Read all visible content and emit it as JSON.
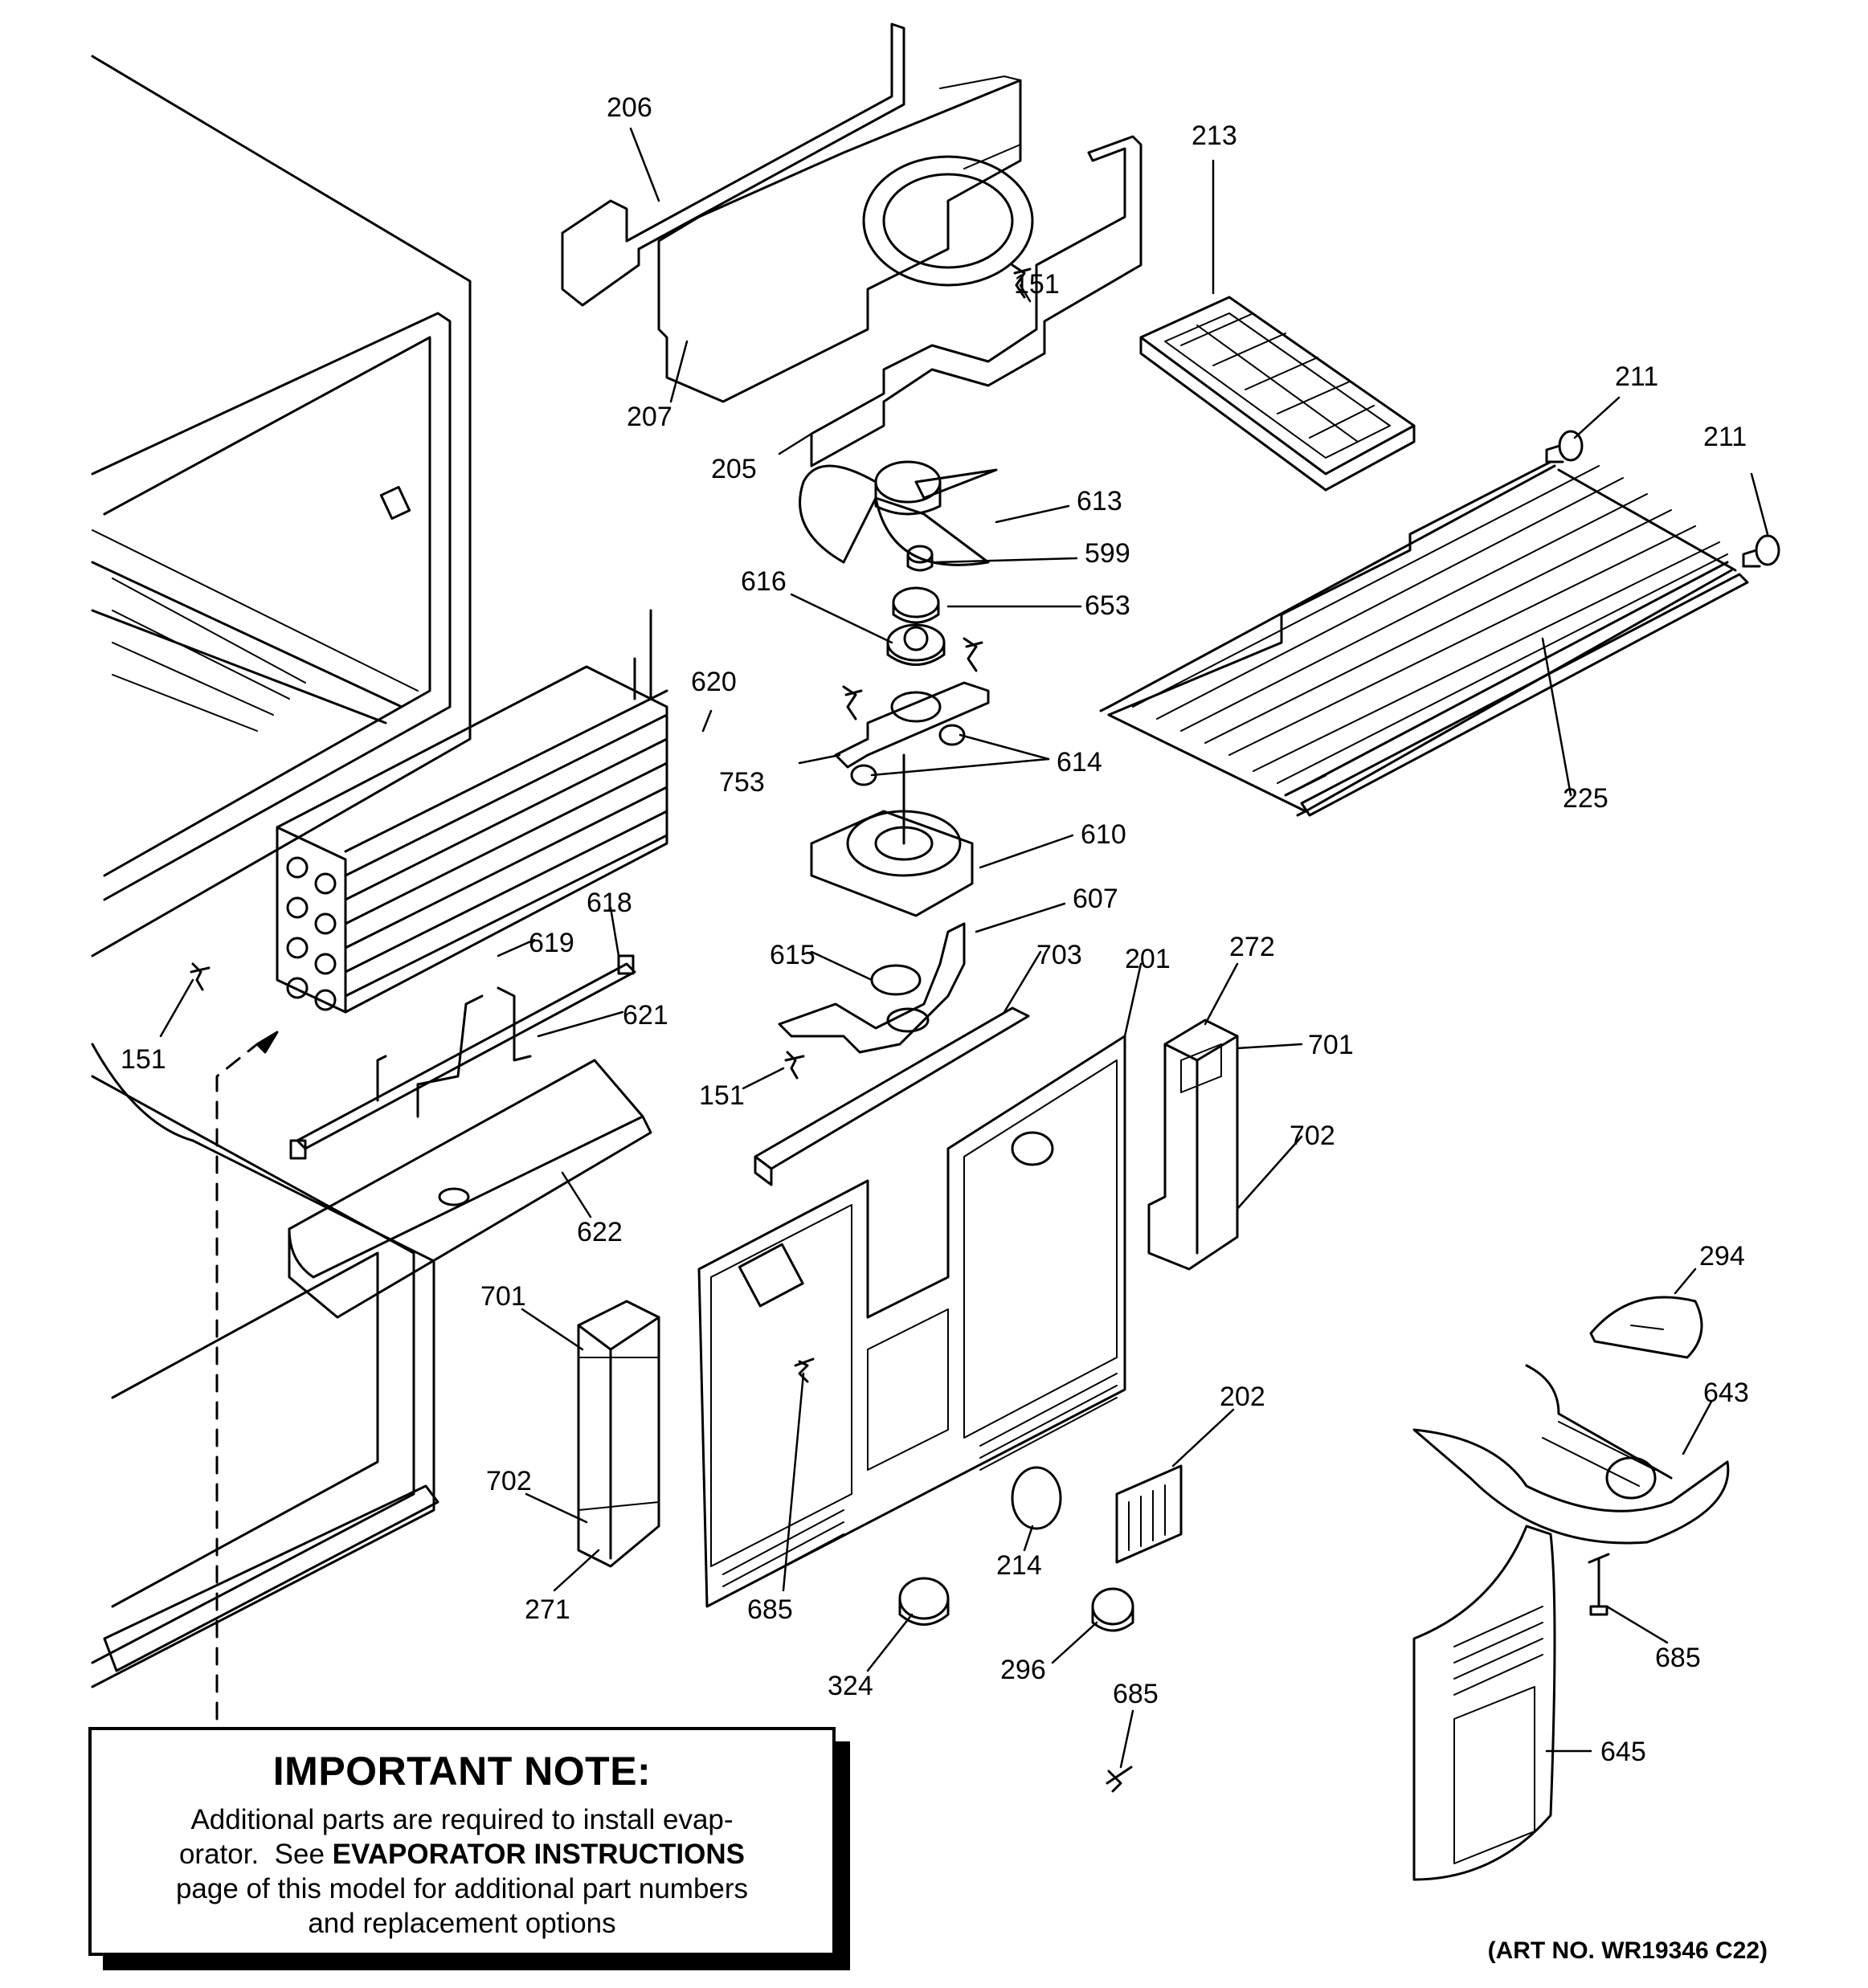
{
  "parts": [
    {
      "id": "lbl-206",
      "text": "206"
    },
    {
      "id": "lbl-207",
      "text": "207"
    },
    {
      "id": "lbl-205",
      "text": "205"
    },
    {
      "id": "lbl-151-top",
      "text": "151"
    },
    {
      "id": "lbl-213",
      "text": "213"
    },
    {
      "id": "lbl-211-a",
      "text": "211"
    },
    {
      "id": "lbl-211-b",
      "text": "211"
    },
    {
      "id": "lbl-613",
      "text": "613"
    },
    {
      "id": "lbl-599",
      "text": "599"
    },
    {
      "id": "lbl-616",
      "text": "616"
    },
    {
      "id": "lbl-653",
      "text": "653"
    },
    {
      "id": "lbl-620",
      "text": "620"
    },
    {
      "id": "lbl-614",
      "text": "614"
    },
    {
      "id": "lbl-753",
      "text": "753"
    },
    {
      "id": "lbl-225",
      "text": "225"
    },
    {
      "id": "lbl-610",
      "text": "610"
    },
    {
      "id": "lbl-618",
      "text": "618"
    },
    {
      "id": "lbl-619",
      "text": "619"
    },
    {
      "id": "lbl-607",
      "text": "607"
    },
    {
      "id": "lbl-615",
      "text": "615"
    },
    {
      "id": "lbl-703",
      "text": "703"
    },
    {
      "id": "lbl-201",
      "text": "201"
    },
    {
      "id": "lbl-272",
      "text": "272"
    },
    {
      "id": "lbl-621",
      "text": "621"
    },
    {
      "id": "lbl-151-left",
      "text": "151"
    },
    {
      "id": "lbl-701-right",
      "text": "701"
    },
    {
      "id": "lbl-151-mid",
      "text": "151"
    },
    {
      "id": "lbl-702-right",
      "text": "702"
    },
    {
      "id": "lbl-622",
      "text": "622"
    },
    {
      "id": "lbl-294",
      "text": "294"
    },
    {
      "id": "lbl-701-left",
      "text": "701"
    },
    {
      "id": "lbl-643",
      "text": "643"
    },
    {
      "id": "lbl-202",
      "text": "202"
    },
    {
      "id": "lbl-702-left",
      "text": "702"
    },
    {
      "id": "lbl-214",
      "text": "214"
    },
    {
      "id": "lbl-271",
      "text": "271"
    },
    {
      "id": "lbl-685-mid",
      "text": "685"
    },
    {
      "id": "lbl-685-right",
      "text": "685"
    },
    {
      "id": "lbl-324",
      "text": "324"
    },
    {
      "id": "lbl-296",
      "text": "296"
    },
    {
      "id": "lbl-685-bottom",
      "text": "685"
    },
    {
      "id": "lbl-645",
      "text": "645"
    }
  ],
  "note": {
    "title": "IMPORTANT NOTE:",
    "line1": "Additional parts are required to install evap-",
    "line2_prefix": "orator.  See ",
    "line2_bold": "EVAPORATOR INSTRUCTIONS",
    "line3": "page of this model for additional part numbers",
    "line4": "and replacement options"
  },
  "art_number": "(ART NO. WR19346 C22)"
}
